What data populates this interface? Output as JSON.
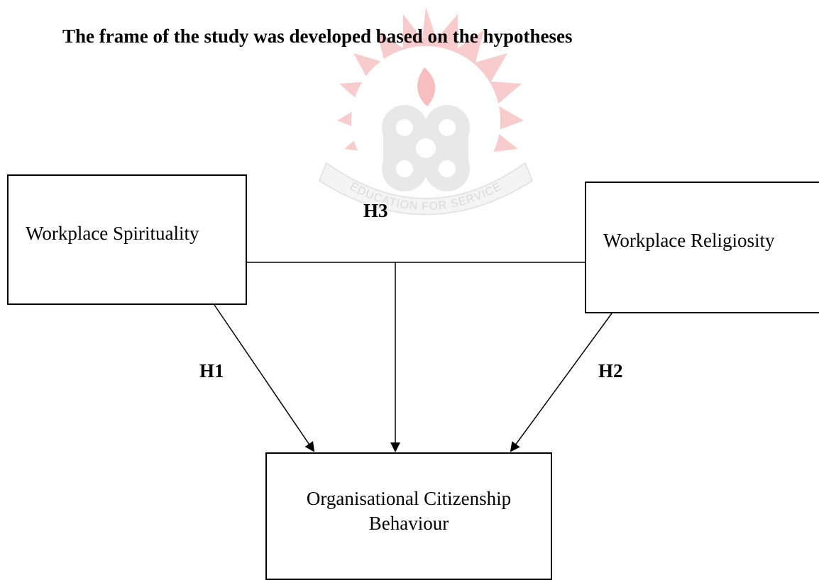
{
  "heading": "The frame of the study was developed based on the hypotheses",
  "nodes": {
    "workplace_spirituality": "Workplace Spirituality",
    "workplace_religiosity": "Workplace Religiosity",
    "ocb": "Organisational Citizenship Behaviour"
  },
  "hypotheses": {
    "h1": "H1",
    "h2": "H2",
    "h3": "H3"
  },
  "edges": [
    {
      "from": "workplace_spirituality",
      "to": "ocb",
      "label": "H1"
    },
    {
      "from": "workplace_religiosity",
      "to": "ocb",
      "label": "H2"
    },
    {
      "from": "workplace_spirituality + workplace_religiosity",
      "to": "ocb",
      "label": "H3"
    }
  ],
  "watermark": {
    "text": "EDUCATION FOR SERVICE",
    "colors": {
      "red": "#f08a8a",
      "grey": "#cfcfcf"
    }
  }
}
